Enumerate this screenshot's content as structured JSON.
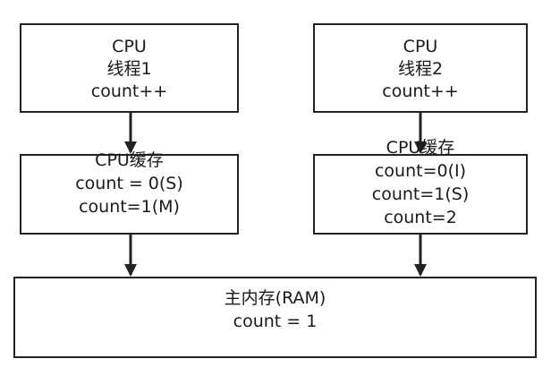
{
  "nodes": {
    "thread1": {
      "lines": [
        "CPU",
        "线程1",
        "count++"
      ]
    },
    "thread2": {
      "lines": [
        "CPU",
        "线程2",
        "count++"
      ]
    },
    "cache1": {
      "lines": [
        "CPU缓存",
        "count = 0(S)",
        "count=1(M)"
      ]
    },
    "cache2": {
      "lines": [
        "CPU缓存",
        "count=0(I)",
        "count=1(S)",
        "count=2"
      ]
    },
    "ram": {
      "lines": [
        "主内存(RAM)",
        "count = 1"
      ]
    }
  },
  "edges": [
    {
      "from": "thread1",
      "to": "cache1"
    },
    {
      "from": "thread2",
      "to": "cache2"
    },
    {
      "from": "cache1",
      "to": "ram"
    },
    {
      "from": "cache2",
      "to": "ram"
    }
  ],
  "colors": {
    "stroke": "#222222",
    "text": "#1a1a1a",
    "background": "#ffffff"
  }
}
